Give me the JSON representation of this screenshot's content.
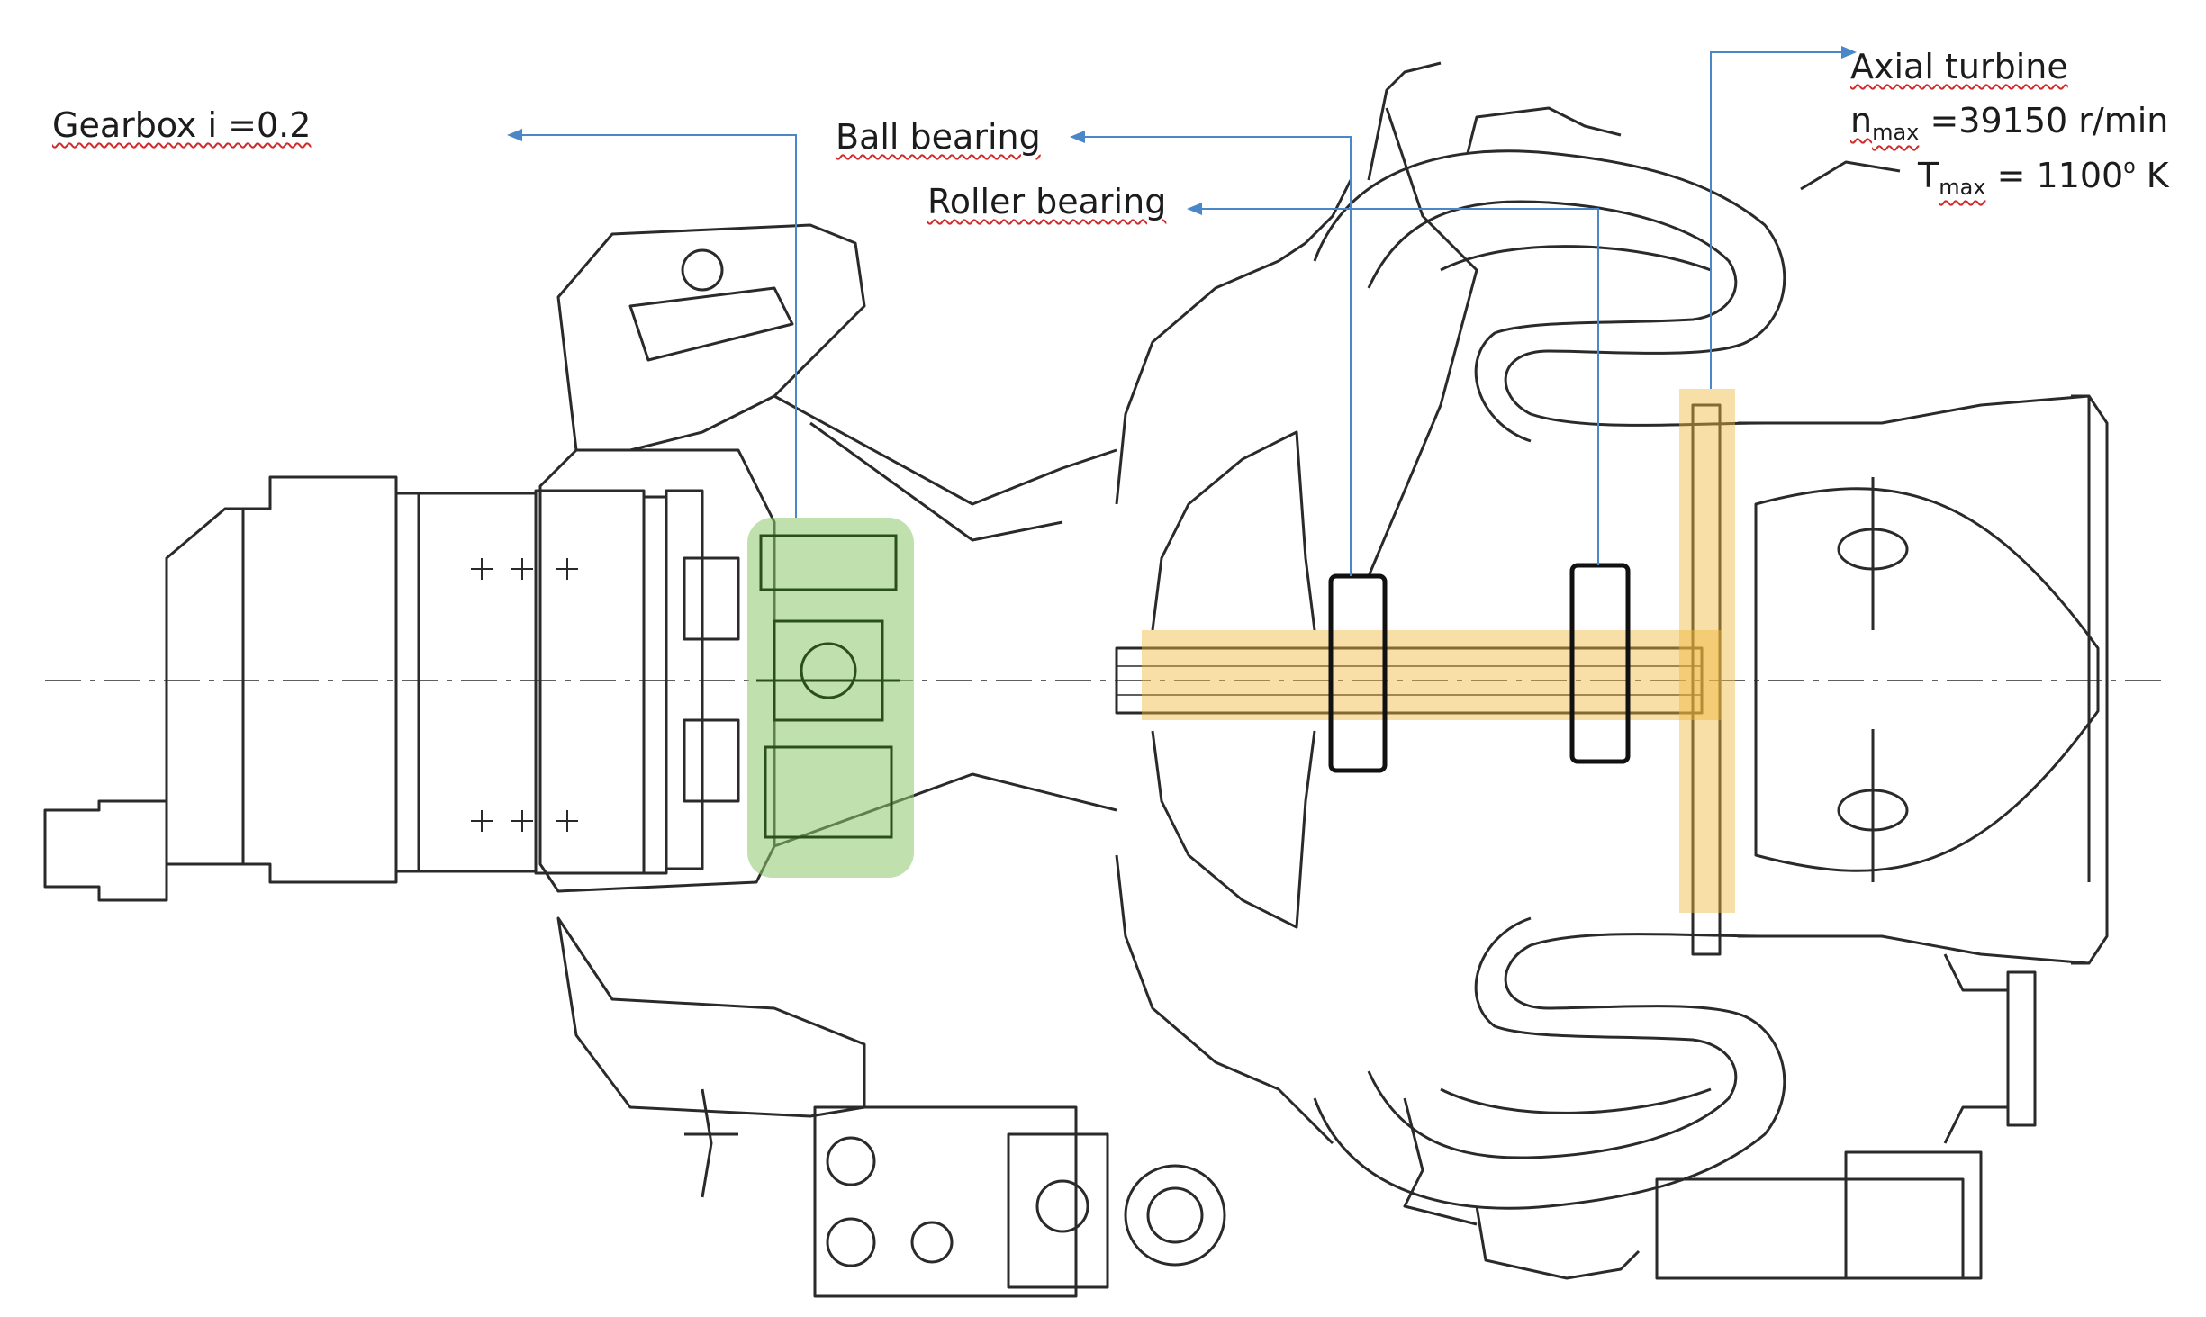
{
  "labels": {
    "gearbox": "Gearbox i =0.2",
    "ball_bearing": "Ball bearing",
    "roller_bearing": "Roller bearing",
    "axial_turbine": "Axial turbine",
    "n_symbol": "n",
    "n_subscript": "max",
    "n_value": " =39150 r/min",
    "t_symbol": "T",
    "t_subscript": "max",
    "t_value_prefix": " = 1100",
    "t_superscript": "o",
    "t_value_suffix": " K"
  },
  "colors": {
    "leader_line": "#4a86c8",
    "gearbox_highlight": "#8cc86a",
    "shaft_highlight": "#f0b63c",
    "bearing_box": "#111111",
    "drawing_line": "#2a2a2a"
  },
  "icons": [
    "arrow-left-icon",
    "arrow-right-icon"
  ]
}
